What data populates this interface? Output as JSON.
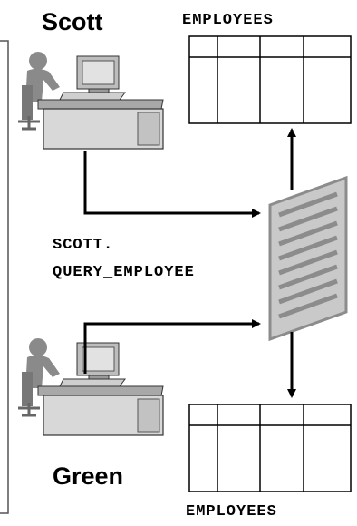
{
  "users": {
    "top": {
      "name": "Scott"
    },
    "bottom": {
      "name": "Green"
    }
  },
  "tables": {
    "top": {
      "title": "EMPLOYEES"
    },
    "bottom": {
      "title": "EMPLOYEES"
    }
  },
  "procedure": {
    "owner_line": "SCOTT.",
    "name_line": "QUERY_EMPLOYEE"
  },
  "colors": {
    "ink": "#000000",
    "document_fill": "#c9c9c9",
    "document_stripes": "#8c8c8c",
    "figure_gray": "#8a8a8a",
    "desk_gray": "#d8d8d8"
  }
}
